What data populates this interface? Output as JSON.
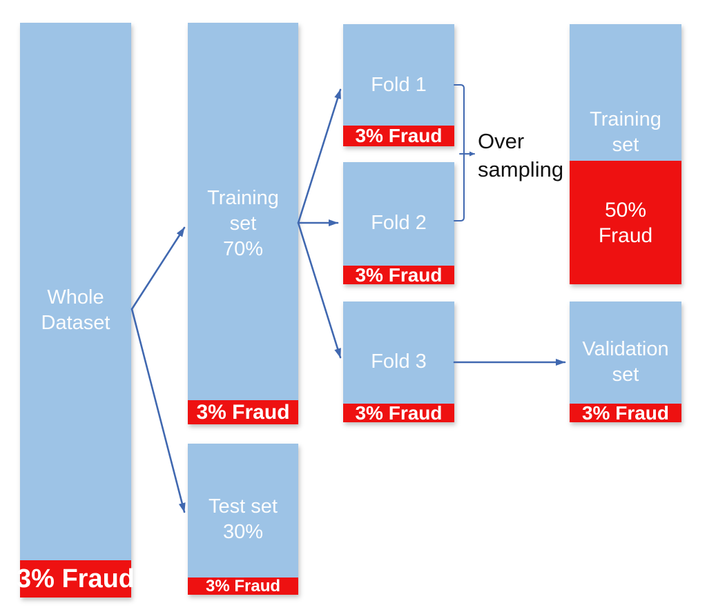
{
  "diagram": {
    "nodes": {
      "whole_dataset": {
        "label": "Whole\nDataset",
        "fraud": "3% Fraud"
      },
      "training_set": {
        "label": "Training\nset\n70%",
        "fraud": "3% Fraud"
      },
      "test_set": {
        "label": "Test set\n30%",
        "fraud": "3% Fraud"
      },
      "fold1": {
        "label": "Fold 1",
        "fraud": "3% Fraud"
      },
      "fold2": {
        "label": "Fold 2",
        "fraud": "3% Fraud"
      },
      "fold3": {
        "label": "Fold 3",
        "fraud": "3% Fraud"
      },
      "oversampled_training_set": {
        "label": "Training\nset",
        "fraud": "50%\nFraud"
      },
      "validation_set": {
        "label": "Validation\nset",
        "fraud": "3% Fraud"
      }
    },
    "annotation": {
      "oversampling": "Over\nsampling"
    },
    "colors": {
      "box_blue": "#9DC3E6",
      "fraud_red": "#EE1111",
      "arrow_blue": "#4068B0",
      "label_white": "#FFFFFF",
      "annotation_black": "#111111"
    }
  }
}
